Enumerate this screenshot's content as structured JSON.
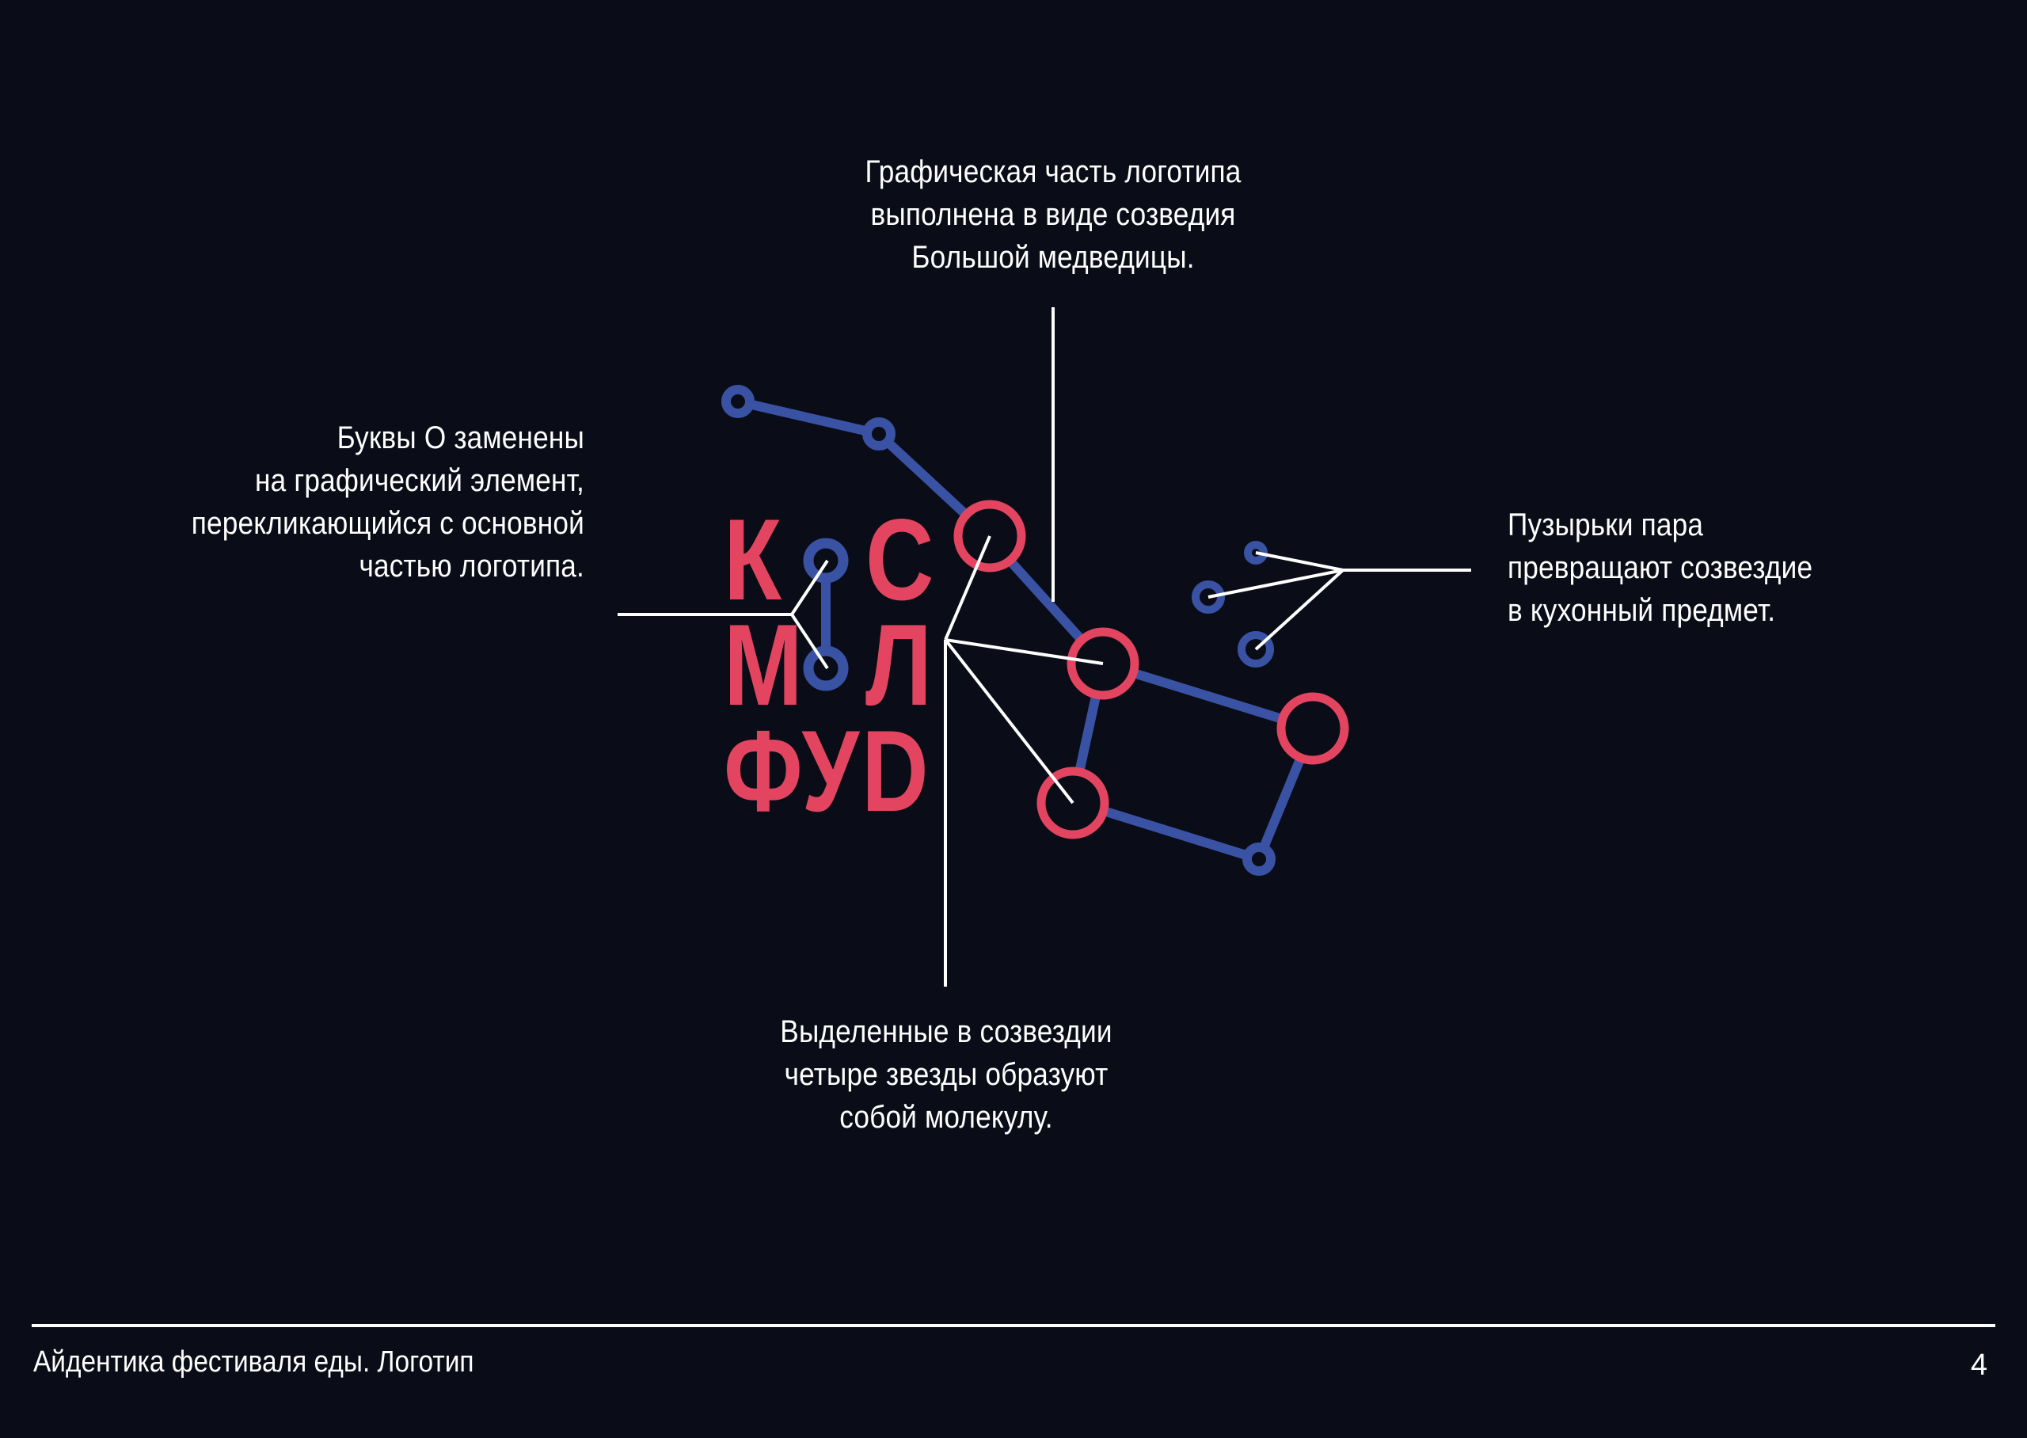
{
  "captions": {
    "top": "Графическая часть логотипа\nвыполнена в виде созведия\nБольшой медведицы.",
    "left": "Буквы О заменены\nна графический элемент,\nперекликающийся с основной\nчастью логотипа.",
    "right": "Пузырьки пара\nпревращают созвездие\nв кухонный предмет.",
    "bottom": "Выделенные в созвездии\nчетыре звезды образуют\nсобой молекулу."
  },
  "logo": {
    "row1_k": "К",
    "row1_c": "С",
    "row2_m": "М",
    "row2_l": "Л",
    "row3": "ФУD"
  },
  "footer": {
    "title": "Айдентика фестиваля еды. Логотип",
    "page_number": "4"
  },
  "colors": {
    "background": "#0a0d17",
    "accent_red": "#e34560",
    "accent_blue": "#3a52a4",
    "text": "#ffffff"
  },
  "icons": [
    "constellation-icon",
    "molecule-icon",
    "steam-bubble-icon"
  ]
}
